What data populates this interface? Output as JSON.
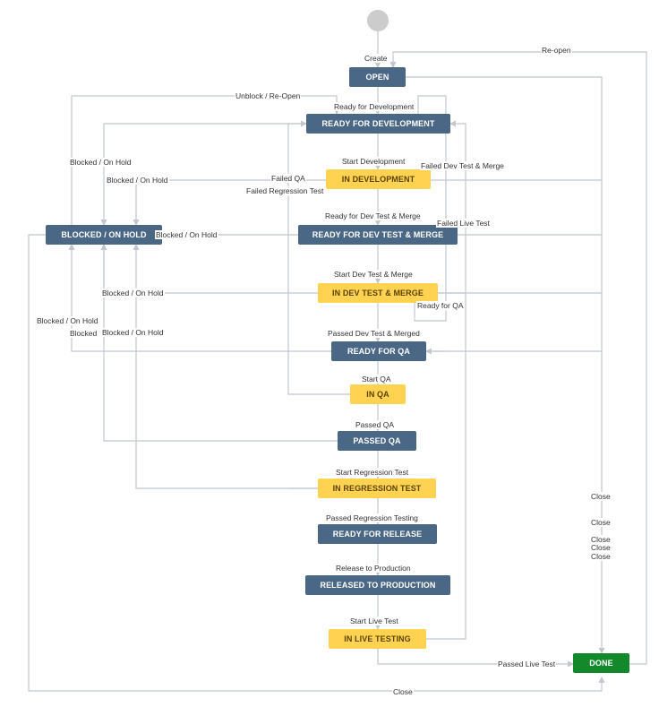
{
  "colors": {
    "status_dark": "#4a6785",
    "status_in_progress": "#ffd351",
    "status_done": "#14892c",
    "line": "#c1c7d0",
    "start": "#cccccc"
  },
  "statuses": {
    "open": "OPEN",
    "ready_for_development": "READY FOR DEVELOPMENT",
    "in_development": "IN DEVELOPMENT",
    "blocked_on_hold": "BLOCKED / ON HOLD",
    "ready_for_dev_test_merge": "READY FOR DEV TEST & MERGE",
    "in_dev_test_merge": "IN DEV TEST & MERGE",
    "ready_for_qa": "READY FOR QA",
    "in_qa": "IN QA",
    "passed_qa": "PASSED QA",
    "in_regression_test": "IN REGRESSION TEST",
    "ready_for_release": "READY FOR RELEASE",
    "released_to_production": "RELEASED TO PRODUCTION",
    "in_live_testing": "IN LIVE TESTING",
    "done": "DONE"
  },
  "transitions": {
    "create": "Create",
    "re_open": "Re-open",
    "unblock_re_open": "Unblock / Re-Open",
    "ready_for_development": "Ready for Development",
    "blocked_on_hold_1": "Blocked / On Hold",
    "blocked_on_hold_2": "Blocked / On Hold",
    "blocked_on_hold_3": "Blocked / On Hold",
    "blocked_on_hold_4": "Blocked / On Hold",
    "blocked_on_hold_5": "Blocked / On Hold",
    "blocked_on_hold_6": "Blocked / On Hold",
    "blocked_short": "Blocked",
    "start_development": "Start Development",
    "failed_qa": "Failed QA",
    "failed_regression_test": "Failed Regression Test",
    "failed_dev_test_merge": "Failed Dev Test & Merge",
    "ready_for_dev_test_merge": "Ready for Dev Test & Merge",
    "failed_live_test": "Failed Live Test",
    "start_dev_test_merge": "Start Dev Test & Merge",
    "ready_for_qa": "Ready for QA",
    "passed_dev_test_merged": "Passed Dev Test & Merged",
    "start_qa": "Start QA",
    "passed_qa": "Passed QA",
    "start_regression_test": "Start Regression Test",
    "passed_regression_testing": "Passed Regression Testing",
    "release_to_production": "Release to Production",
    "start_live_test": "Start Live Test",
    "passed_live_test": "Passed Live Test",
    "close_1": "Close",
    "close_2": "Close",
    "close_3": "Close",
    "close_4": "Close",
    "close_5": "Close",
    "close_bottom": "Close"
  }
}
